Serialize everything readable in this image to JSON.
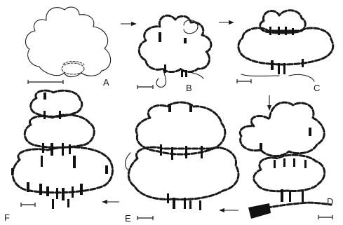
{
  "panels": [
    {
      "id": "A",
      "label": "A"
    },
    {
      "id": "B",
      "label": "B"
    },
    {
      "id": "C",
      "label": "C"
    },
    {
      "id": "D",
      "label": "D"
    },
    {
      "id": "E",
      "label": "E"
    },
    {
      "id": "F",
      "label": "F"
    }
  ],
  "sequence": [
    "A",
    "B",
    "C",
    "D",
    "E",
    "F"
  ]
}
